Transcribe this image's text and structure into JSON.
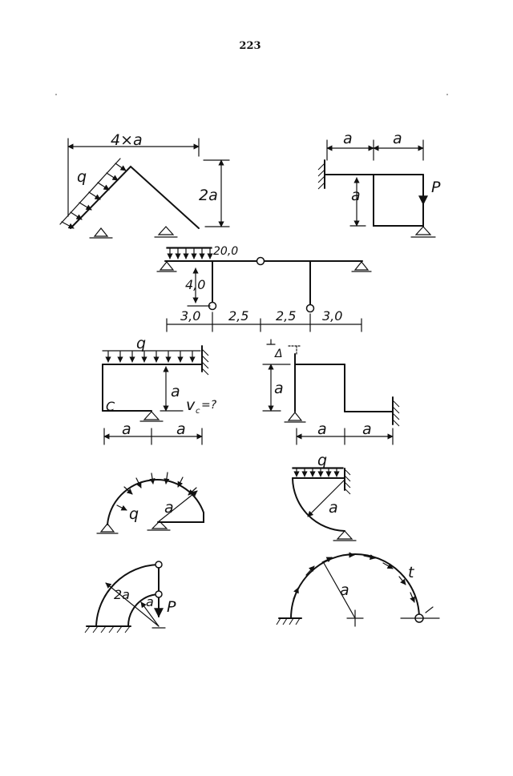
{
  "page_number": "223",
  "figures": {
    "fig1": {
      "span": "4×a",
      "height": "2a",
      "load": "q"
    },
    "fig2": {
      "left": "a",
      "right": "a",
      "height": "a",
      "force": "P"
    },
    "fig3": {
      "load": "20,0",
      "height": "4,0",
      "d1": "3,0",
      "d2": "2,5",
      "d3": "2,5",
      "d4": "3,0"
    },
    "fig4": {
      "load": "q",
      "height": "a",
      "point": "C",
      "displacement": "v",
      "disp_sub": "c",
      "disp_eq": "=?",
      "d1": "a",
      "d2": "a"
    },
    "fig5": {
      "height": "a",
      "d1": "a",
      "d2": "a",
      "marker": "Δ"
    },
    "fig6": {
      "load": "q",
      "radius": "a"
    },
    "fig7": {
      "load": "q",
      "radius": "a"
    },
    "fig8": {
      "outer_radius": "2a",
      "inner_radius": "a",
      "force": "P"
    },
    "fig9": {
      "radius": "a",
      "load": "t"
    }
  }
}
